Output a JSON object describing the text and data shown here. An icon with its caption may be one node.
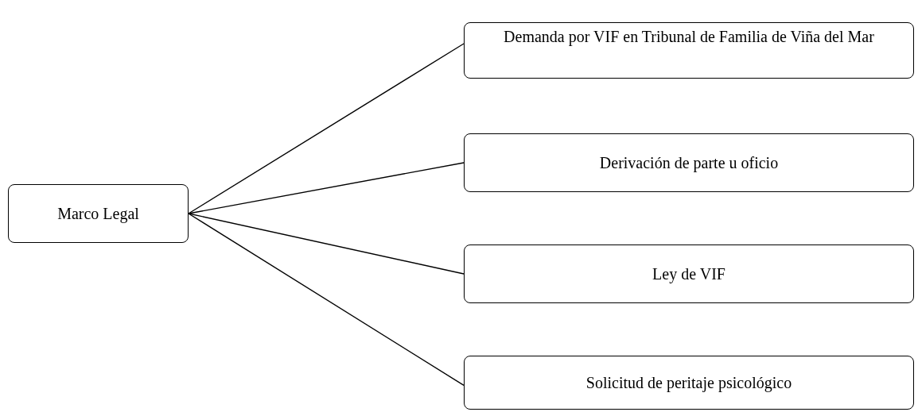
{
  "diagram": {
    "nodes": [
      {
        "text": [
          "Marco Legal"
        ]
      },
      {
        "text": [
          "Demanda por VIF en Tribunal de Familia de Viña del Mar"
        ]
      },
      {
        "text": [
          "Derivación de parte u oficio"
        ]
      },
      {
        "text": [
          "Ley de VIF"
        ]
      },
      {
        "text": [
          "Solicitud de peritaje psicológico"
        ]
      }
    ],
    "edges": [
      {
        "from": 0,
        "to": 1,
        "arrow": "none"
      },
      {
        "from": 0,
        "to": 2,
        "arrow": "none"
      },
      {
        "from": 0,
        "to": 3,
        "arrow": "none"
      },
      {
        "from": 0,
        "to": 4,
        "arrow": "none"
      }
    ]
  }
}
